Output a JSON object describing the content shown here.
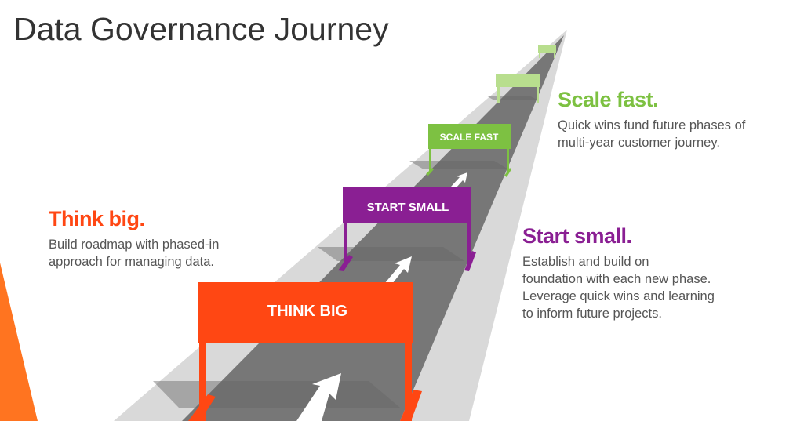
{
  "title": "Data Governance Journey",
  "colors": {
    "orange": "#ff4713",
    "purple": "#8a1f93",
    "green": "#7dc142",
    "light_green": "#b8de8e",
    "road": "#777777",
    "shoulder": "#d9d9d9"
  },
  "blocks": [
    {
      "heading": "Think big.",
      "body": "Build roadmap with phased-in\napproach for managing data."
    },
    {
      "heading": "Start small.",
      "body": "Establish and build on\nfoundation with each new phase.\nLeverage quick wins and learning\nto inform future projects."
    },
    {
      "heading": "Scale fast.",
      "body": "Quick wins fund future phases of\nmulti-year customer journey."
    }
  ],
  "hurdles": [
    "THINK BIG",
    "START SMALL",
    "SCALE FAST"
  ]
}
